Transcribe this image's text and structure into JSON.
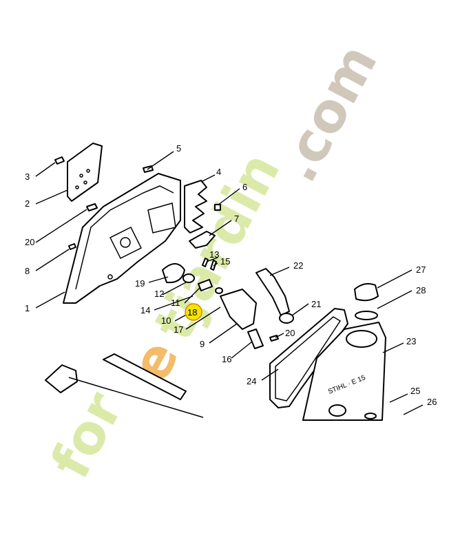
{
  "callouts": [
    "1",
    "2",
    "3",
    "4",
    "5",
    "6",
    "7",
    "8",
    "9",
    "10",
    "11",
    "12",
    "13",
    "14",
    "15",
    "16",
    "17",
    "18",
    "19",
    "20",
    "20",
    "21",
    "22",
    "23",
    "24",
    "25",
    "26",
    "27",
    "28"
  ],
  "highlighted_callout": "18",
  "highlight_color": "#f5e400",
  "watermark": {
    "text": "foretjardin.com",
    "color_orange": "#f2b55a",
    "color_green": "#d7e8a0",
    "color_gray": "#cbc3b4"
  },
  "housing_label": "STIHL · E 15"
}
